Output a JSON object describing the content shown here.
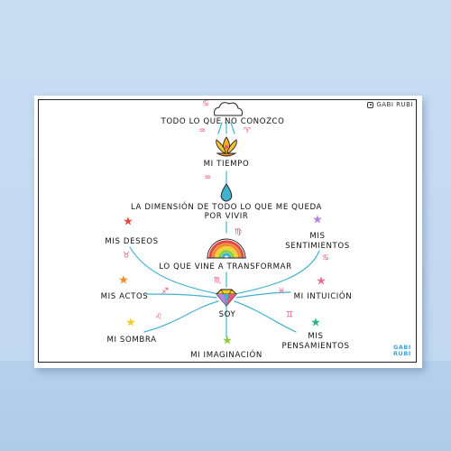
{
  "brand": "GABI RUBI",
  "logo": {
    "line1": "GABI",
    "line2": "RUBI"
  },
  "labels": {
    "todo": "Todo lo que no conozco",
    "tiempo": "Mi tiempo",
    "dimension": "La dimensión de todo lo que me queda",
    "por_vivir": "por vivir",
    "deseos": "Mis deseos",
    "sentimientos_1": "Mis",
    "sentimientos_2": "sentimientos",
    "transformar": "Lo que vine a transformar",
    "actos": "Mis actos",
    "intuicion": "Mi intuición",
    "soy": "Soy",
    "sombra": "Mi sombra",
    "pensamientos_1": "Mis",
    "pensamientos_2": "pensamientos",
    "imaginacion": "Mi imaginación"
  },
  "symbols": {
    "cancer": "♋",
    "aquarius": "♒",
    "aries": "♈",
    "virgo": "♍",
    "taurus": "♉",
    "scorpio": "♏",
    "sagittarius": "♐",
    "pisces": "♓",
    "leo": "♌",
    "gemini": "♊",
    "libra": "♎",
    "capricorn": "♑"
  },
  "colors": {
    "line": "#41b3ce",
    "symbol": "#e8567a",
    "star_deseos": "#e5483c",
    "star_sentimientos": "#b884e0",
    "star_actos": "#f08a2c",
    "star_intuicion": "#f06a8a",
    "star_sombra": "#f3cf2a",
    "star_pensamientos": "#27b38b",
    "star_imaginacion": "#8ccf3a"
  }
}
